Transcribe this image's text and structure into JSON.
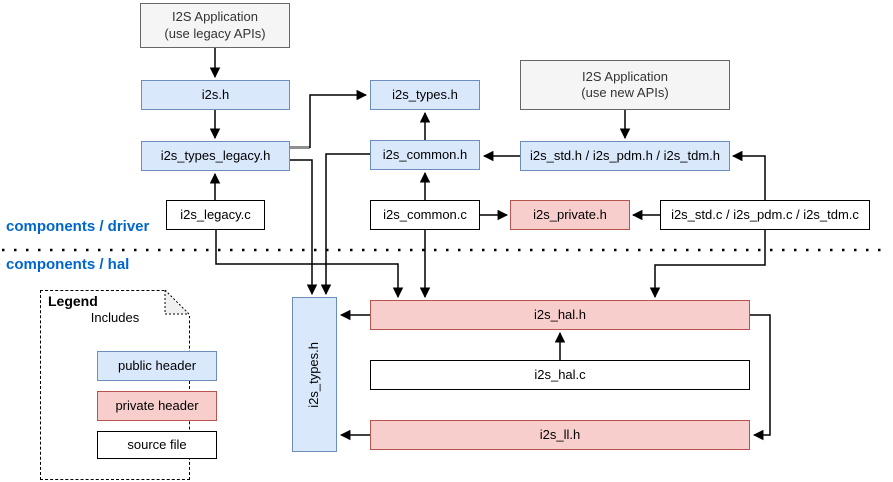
{
  "sections": {
    "driver_label": "components / driver",
    "hal_label": "components / hal"
  },
  "nodes": {
    "app_legacy_line1": "I2S Application",
    "app_legacy_line2": "(use legacy APIs)",
    "app_new_line1": "I2S Application",
    "app_new_line2": "(use new APIs)",
    "i2s_h": "i2s.h",
    "i2s_types_legacy_h": "i2s_types_legacy.h",
    "i2s_legacy_c": "i2s_legacy.c",
    "i2s_types_h_driver": "i2s_types.h",
    "i2s_common_h": "i2s_common.h",
    "i2s_common_c": "i2s_common.c",
    "i2s_std_pdm_tdm_h": "i2s_std.h / i2s_pdm.h / i2s_tdm.h",
    "i2s_private_h": "i2s_private.h",
    "i2s_std_pdm_tdm_c": "i2s_std.c / i2s_pdm.c / i2s_tdm.c",
    "i2s_types_h_hal": "i2s_types.h",
    "i2s_hal_h": "i2s_hal.h",
    "i2s_hal_c": "i2s_hal.c",
    "i2s_ll_h": "i2s_ll.h"
  },
  "legend": {
    "title": "Legend",
    "includes_label": "Includes",
    "public_header_label": "public header",
    "private_header_label": "private header",
    "source_file_label": "source file"
  },
  "colors": {
    "public_header_fill": "#dae8fc",
    "public_header_border": "#6c8ebf",
    "private_header_fill": "#f8cecc",
    "private_header_border": "#b85450",
    "app_box_fill": "#f5f5f5",
    "app_box_border": "#666666",
    "source_file_fill": "#ffffff",
    "source_file_border": "#000000",
    "section_label_text": "#0066cc",
    "connector": "#000000",
    "gray_stub": "#8f8f8f"
  }
}
